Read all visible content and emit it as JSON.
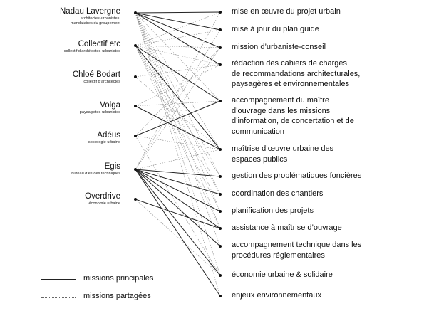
{
  "actors": [
    {
      "name": "Nadau Lavergne",
      "desc": "architectes-urbanistes,\nmandataires du groupement"
    },
    {
      "name": "Collectif etc",
      "desc": "collectif d’architectes-urbanistes"
    },
    {
      "name": "Chloé Bodart",
      "desc": "collectif d’architectes"
    },
    {
      "name": "Volga",
      "desc": "paysagistes-urbanistes"
    },
    {
      "name": "Adéus",
      "desc": "sociologie urbaine"
    },
    {
      "name": "Egis",
      "desc": "bureau d’études techniques"
    },
    {
      "name": "Overdrive",
      "desc": "économie urbaine"
    }
  ],
  "missions": [
    {
      "label": "mise en œuvre du projet urbain"
    },
    {
      "label": "mise à jour du plan guide"
    },
    {
      "label": "mission d’urbaniste-conseil"
    },
    {
      "label": "rédaction des cahiers de charges\nde recommandations architecturales,\npaysagères et environnementales"
    },
    {
      "label": "accompagnement du maître\nd’ouvrage dans les missions\nd’information, de concertation et de\ncommunication"
    },
    {
      "label": "maîtrise d’œuvre urbaine des\nespaces publics"
    },
    {
      "label": "gestion des problématiques foncières"
    },
    {
      "label": "coordination des chantiers"
    },
    {
      "label": "planification des projets"
    },
    {
      "label": "assistance à maîtrise d’ouvrage"
    },
    {
      "label": "accompagnement technique dans les\nprocédures réglementaires"
    },
    {
      "label": "économie urbaine & solidaire"
    },
    {
      "label": "enjeux environnementaux"
    }
  ],
  "links": {
    "main": [
      [
        0,
        0
      ],
      [
        0,
        1
      ],
      [
        0,
        2
      ],
      [
        0,
        3
      ],
      [
        1,
        4
      ],
      [
        1,
        5
      ],
      [
        3,
        5
      ],
      [
        4,
        4
      ],
      [
        5,
        6
      ],
      [
        5,
        7
      ],
      [
        5,
        8
      ],
      [
        5,
        9
      ],
      [
        5,
        10
      ],
      [
        5,
        11
      ],
      [
        5,
        12
      ],
      [
        6,
        9
      ]
    ],
    "shared": [
      [
        0,
        4
      ],
      [
        0,
        5
      ],
      [
        0,
        6
      ],
      [
        0,
        7
      ],
      [
        0,
        8
      ],
      [
        0,
        9
      ],
      [
        0,
        10
      ],
      [
        0,
        11
      ],
      [
        0,
        12
      ],
      [
        1,
        0
      ],
      [
        1,
        1
      ],
      [
        1,
        2
      ],
      [
        1,
        3
      ],
      [
        1,
        6
      ],
      [
        1,
        7
      ],
      [
        1,
        8
      ],
      [
        1,
        9
      ],
      [
        2,
        3
      ],
      [
        2,
        5
      ],
      [
        3,
        3
      ],
      [
        3,
        4
      ],
      [
        4,
        2
      ],
      [
        4,
        5
      ],
      [
        4,
        11
      ],
      [
        5,
        0
      ],
      [
        5,
        1
      ],
      [
        5,
        2
      ],
      [
        5,
        5
      ],
      [
        6,
        11
      ]
    ]
  },
  "legend": {
    "main_label": "missions principales",
    "shared_label": "missions partagées"
  },
  "colors": {
    "main": "#222222",
    "shared": "#888888"
  }
}
